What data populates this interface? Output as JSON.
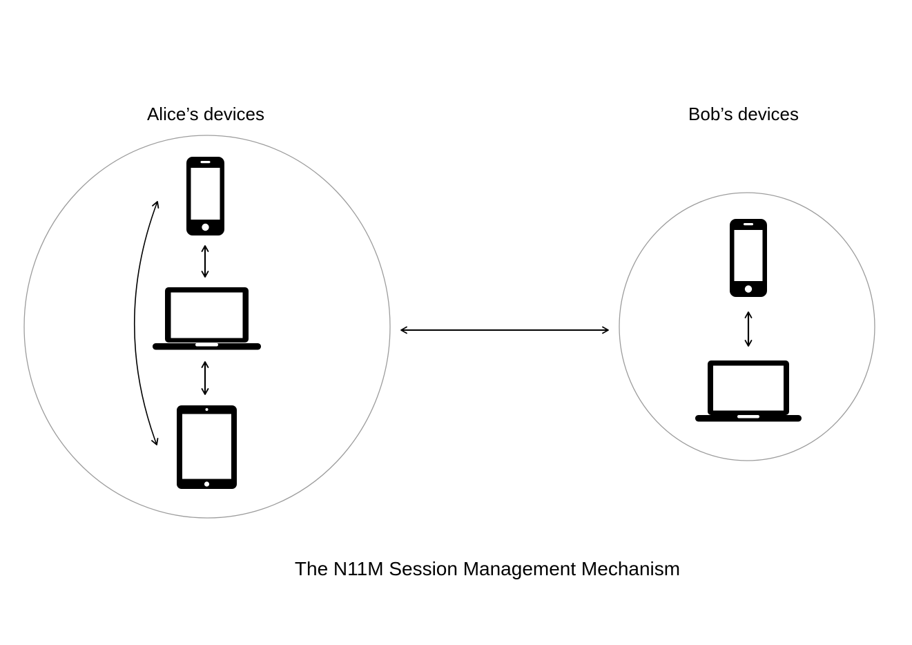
{
  "diagram": {
    "alice_label": "Alice’s devices",
    "bob_label": "Bob’s devices",
    "caption": "The N11M Session Management Mechanism",
    "groups": {
      "alice": {
        "label": "Alice’s devices",
        "devices": [
          "smartphone",
          "laptop",
          "tablet"
        ],
        "connections": [
          "smartphone-laptop",
          "laptop-tablet",
          "smartphone-tablet-curved"
        ]
      },
      "bob": {
        "label": "Bob’s devices",
        "devices": [
          "smartphone",
          "laptop"
        ],
        "connections": [
          "smartphone-laptop"
        ]
      },
      "inter_group_connection": "alice-bob-bidirectional"
    },
    "colors": {
      "circle_stroke": "#9c9c9c",
      "device_fill": "#000000",
      "arrow_color": "#000000",
      "background": "#ffffff"
    }
  }
}
